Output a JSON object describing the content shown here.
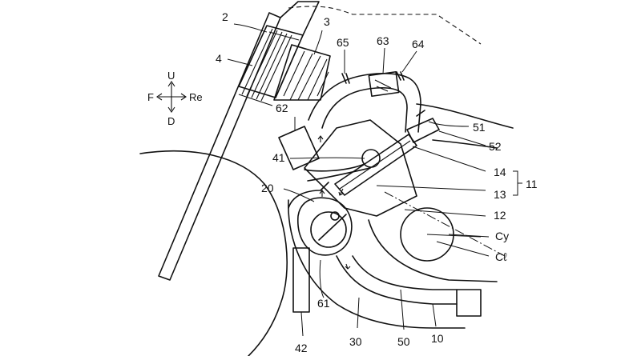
{
  "directions": {
    "up": "U",
    "down": "D",
    "front": "F",
    "rear": "Re"
  },
  "labels": {
    "l2": "2",
    "l3": "3",
    "l4": "4",
    "l10": "10",
    "l11": "11",
    "l12": "12",
    "l13": "13",
    "l14": "14",
    "l20": "20",
    "l30": "30",
    "l41": "41",
    "l42": "42",
    "l50": "50",
    "l51": "51",
    "l52": "52",
    "l61": "61",
    "l62": "62",
    "l63": "63",
    "l64": "64",
    "l65": "65",
    "cy": "Cy",
    "cl": "Cℓ"
  }
}
